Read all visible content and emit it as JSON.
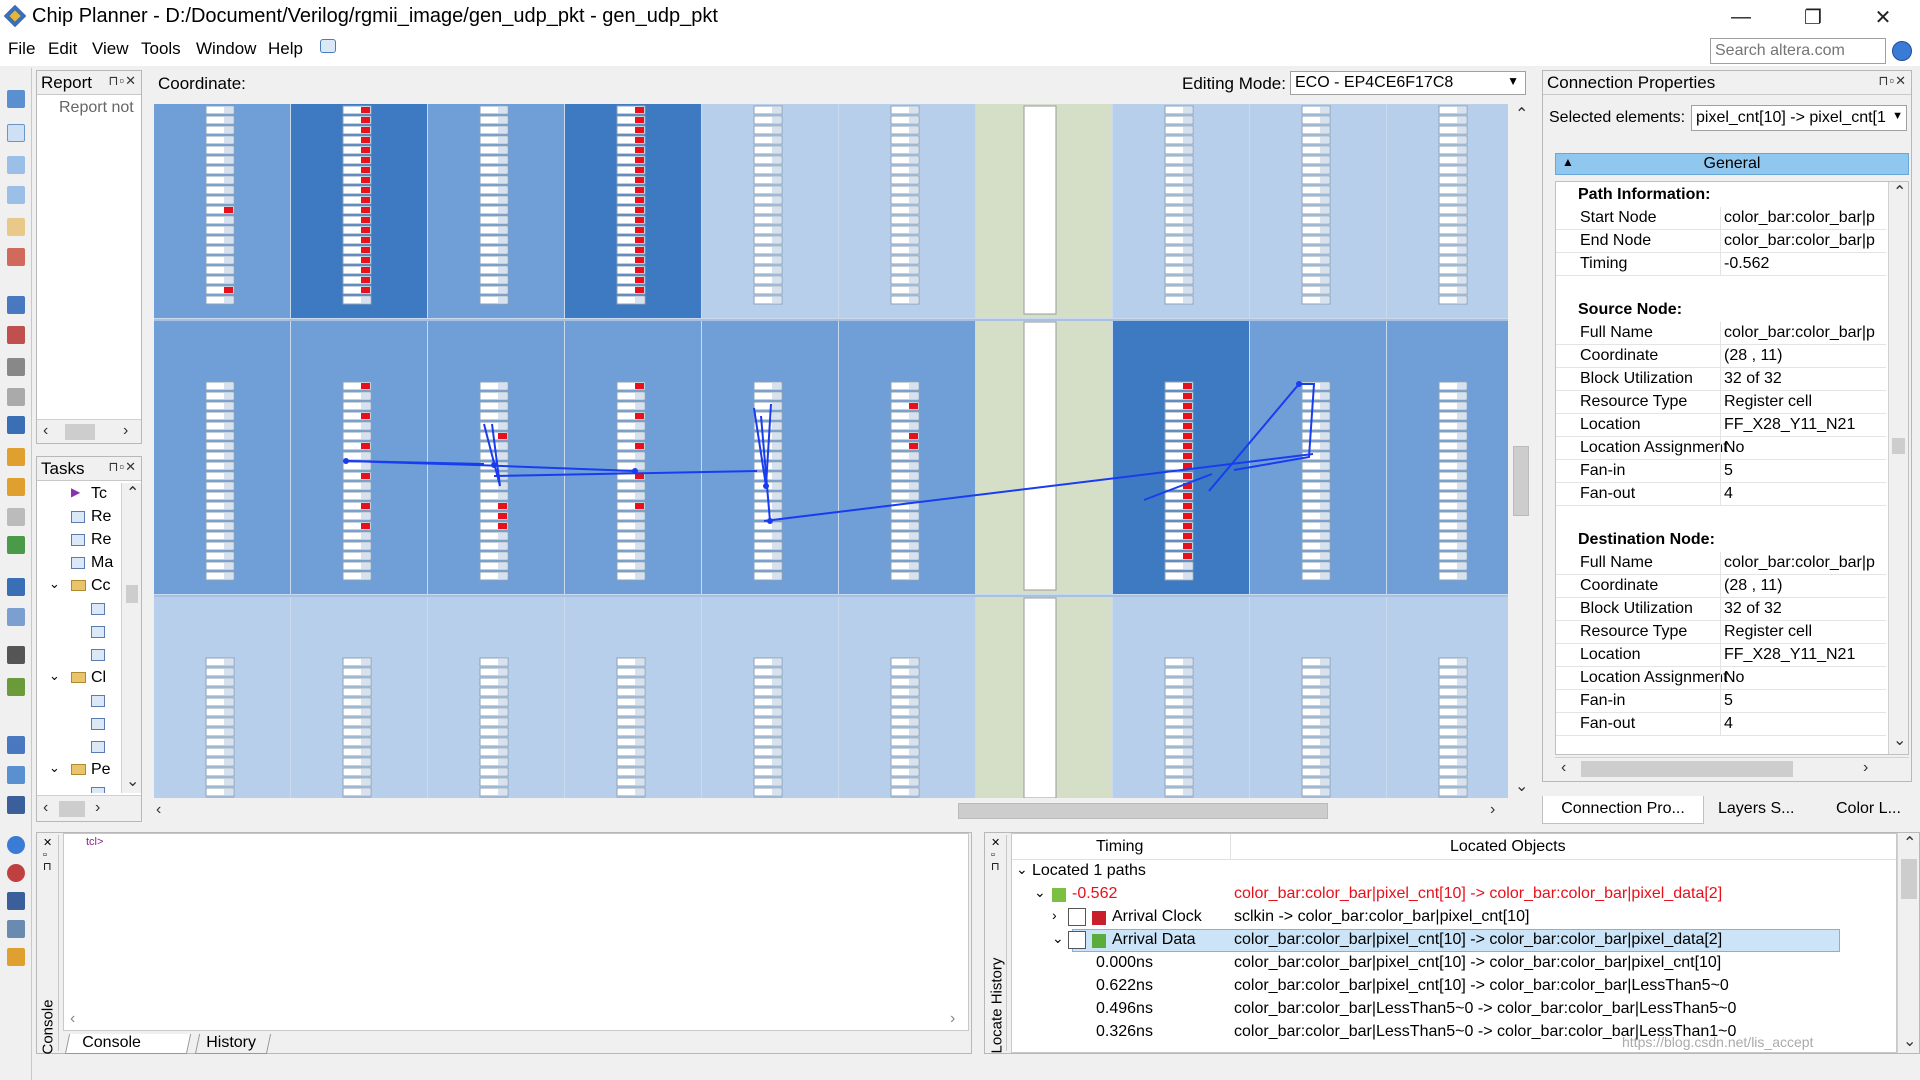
{
  "window": {
    "title": "Chip Planner - D:/Document/Verilog/rgmii_image/gen_udp_pkt - gen_udp_pkt",
    "minimize": "—",
    "restore": "❐",
    "close": "✕"
  },
  "menu": [
    "File",
    "Edit",
    "View",
    "Tools",
    "Window",
    "Help"
  ],
  "search": {
    "placeholder": "Search altera.com"
  },
  "report_panel": {
    "title": "Report",
    "text": "Report not"
  },
  "tasks_panel": {
    "title": "Tasks",
    "items": [
      "Tc",
      "Re",
      "Re",
      "Ma",
      "Cc",
      "",
      "",
      "",
      "Cl",
      "",
      "",
      "",
      "Pe",
      ""
    ]
  },
  "chip": {
    "coordinate_label": "Coordinate:",
    "editing_mode_label": "Editing Mode:",
    "editing_mode_value": "ECO - EP4CE6F17C8"
  },
  "connection_properties": {
    "title": "Connection Properties",
    "selected_label": "Selected elements:",
    "selected_value": "pixel_cnt[10] -> pixel_cnt[1",
    "section_header": "General",
    "path_info": {
      "heading": "Path Information:",
      "rows": [
        {
          "k": "Start Node",
          "v": "color_bar:color_bar|p"
        },
        {
          "k": "End Node",
          "v": "color_bar:color_bar|p"
        },
        {
          "k": "Timing",
          "v": "-0.562"
        }
      ]
    },
    "source_node": {
      "heading": "Source Node:",
      "rows": [
        {
          "k": "Full Name",
          "v": "color_bar:color_bar|p"
        },
        {
          "k": "Coordinate",
          "v": "(28 , 11)"
        },
        {
          "k": "Block Utilization",
          "v": "32 of 32"
        },
        {
          "k": "Resource Type",
          "v": "Register cell"
        },
        {
          "k": "Location",
          "v": "FF_X28_Y11_N21"
        },
        {
          "k": "Location Assignment",
          "v": "No"
        },
        {
          "k": "Fan-in",
          "v": "5"
        },
        {
          "k": "Fan-out",
          "v": "4"
        }
      ]
    },
    "destination_node": {
      "heading": "Destination Node:",
      "rows": [
        {
          "k": "Full Name",
          "v": "color_bar:color_bar|p"
        },
        {
          "k": "Coordinate",
          "v": "(28 , 11)"
        },
        {
          "k": "Block Utilization",
          "v": "32 of 32"
        },
        {
          "k": "Resource Type",
          "v": "Register cell"
        },
        {
          "k": "Location",
          "v": "FF_X28_Y11_N21"
        },
        {
          "k": "Location Assignment",
          "v": "No"
        },
        {
          "k": "Fan-in",
          "v": "5"
        },
        {
          "k": "Fan-out",
          "v": "4"
        }
      ]
    },
    "tabs": [
      "Connection Pro...",
      "Layers S...",
      "Color L..."
    ]
  },
  "console": {
    "prompt": "tcl>",
    "side_label": "Console",
    "tabs": [
      "Console",
      "History"
    ]
  },
  "locate_history": {
    "side_label": "Locate History",
    "col_timing": "Timing",
    "col_objects": "Located Objects",
    "root": "Located 1 paths",
    "path": {
      "timing": "-0.562",
      "objects": "color_bar:color_bar|pixel_cnt[10] -> color_bar:color_bar|pixel_data[2]"
    },
    "arrival_clock": {
      "label": "Arrival Clock",
      "objects": "sclkin -> color_bar:color_bar|pixel_cnt[10]"
    },
    "arrival_data": {
      "label": "Arrival Data",
      "objects": "color_bar:color_bar|pixel_cnt[10] -> color_bar:color_bar|pixel_data[2]"
    },
    "rows": [
      {
        "t": "0.000ns",
        "o": "color_bar:color_bar|pixel_cnt[10] -> color_bar:color_bar|pixel_cnt[10]"
      },
      {
        "t": "0.622ns",
        "o": "color_bar:color_bar|pixel_cnt[10] -> color_bar:color_bar|LessThan5~0"
      },
      {
        "t": "0.496ns",
        "o": "color_bar:color_bar|LessThan5~0 -> color_bar:color_bar|LessThan5~0"
      },
      {
        "t": "0.326ns",
        "o": "color_bar:color_bar|LessThan5~0 -> color_bar:color_bar|LessThan1~0"
      }
    ],
    "watermark": "https://blog.csdn.net/lis_accept"
  },
  "colors": {
    "critical": "#e8101a",
    "route": "#1a3cf0",
    "selected_row": "#cce4f7",
    "general_header": "#8fc7ef"
  }
}
